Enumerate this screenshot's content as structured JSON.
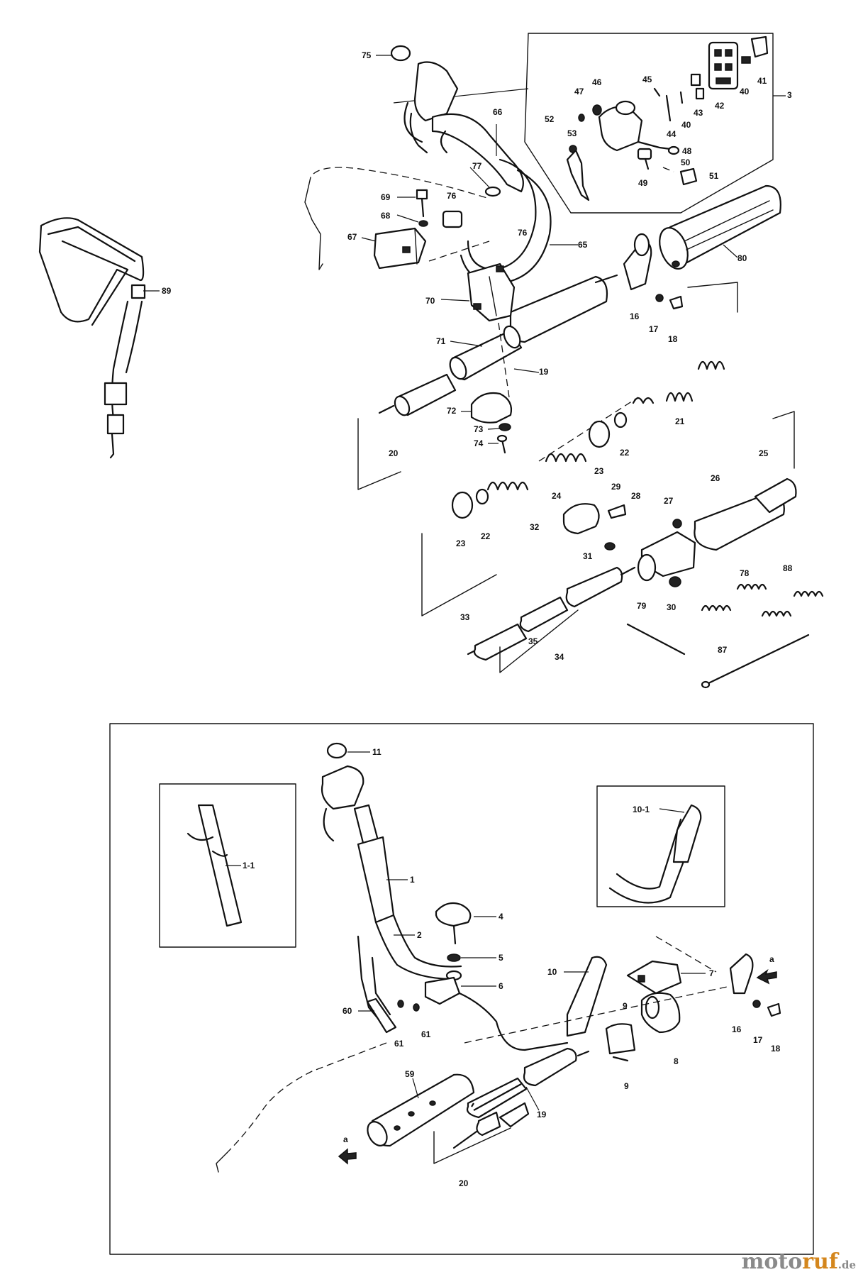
{
  "watermark": {
    "main": "moto",
    "accent": "ruf",
    "tld": ".de",
    "accent_color": "#d4861c",
    "text_color": "#8a8a8a"
  },
  "upper_callouts": {
    "c75": "75",
    "c66": "66",
    "c3": "3",
    "c41": "41",
    "c40a": "40",
    "c42": "42",
    "c43": "43",
    "c40b": "40",
    "c44": "44",
    "c45": "45",
    "c46": "46",
    "c47": "47",
    "c52": "52",
    "c53": "53",
    "c48": "48",
    "c50": "50",
    "c49": "49",
    "c51": "51",
    "c77": "77",
    "c76a": "76",
    "c76b": "76",
    "c65": "65",
    "c69": "69",
    "c68": "68",
    "c67": "67",
    "c80": "80",
    "c89": "89",
    "c70": "70",
    "c16": "16",
    "c17": "17",
    "c18": "18",
    "c71": "71",
    "c19": "19",
    "c72": "72",
    "c73": "73",
    "c74": "74",
    "c20": "20",
    "c21": "21",
    "c22a": "22",
    "c23a": "23",
    "c24": "24",
    "c25": "25",
    "c26": "26",
    "c27": "27",
    "c28": "28",
    "c29": "29",
    "c32": "32",
    "c23b": "23",
    "c22b": "22",
    "c31": "31",
    "c30": "30",
    "c78": "78",
    "c88": "88",
    "c79": "79",
    "c33": "33",
    "c35": "35",
    "c34": "34",
    "c87": "87"
  },
  "lower_callouts": {
    "c11": "11",
    "c10_1": "10-1",
    "c1_1": "1-1",
    "c1": "1",
    "c4": "4",
    "c2": "2",
    "c5": "5",
    "c6": "6",
    "c10": "10",
    "c7": "7",
    "ca1": "a",
    "c9a": "9",
    "c16": "16",
    "c17": "17",
    "c18": "18",
    "c8": "8",
    "c9b": "9",
    "c60": "60",
    "c61a": "61",
    "c61b": "61",
    "c59": "59",
    "c19": "19",
    "c20": "20",
    "ca2": "a"
  },
  "icons": [
    "harness-strap",
    "throttle-handle",
    "switch-assembly",
    "drive-shaft",
    "spring",
    "grip",
    "handlebar",
    "clamp",
    "arrow-a"
  ]
}
